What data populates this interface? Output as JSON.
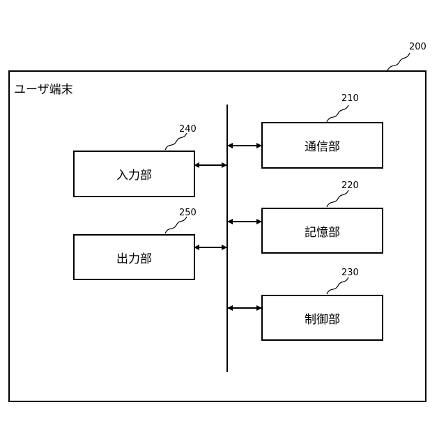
{
  "diagram": {
    "outer": {
      "label": "ユーザ端末",
      "ref": "200"
    },
    "blocks": [
      {
        "key": "input",
        "label": "入力部",
        "ref": "240"
      },
      {
        "key": "output",
        "label": "出力部",
        "ref": "250"
      },
      {
        "key": "comm",
        "label": "通信部",
        "ref": "210"
      },
      {
        "key": "storage",
        "label": "記憶部",
        "ref": "220"
      },
      {
        "key": "control",
        "label": "制御部",
        "ref": "230"
      }
    ]
  }
}
